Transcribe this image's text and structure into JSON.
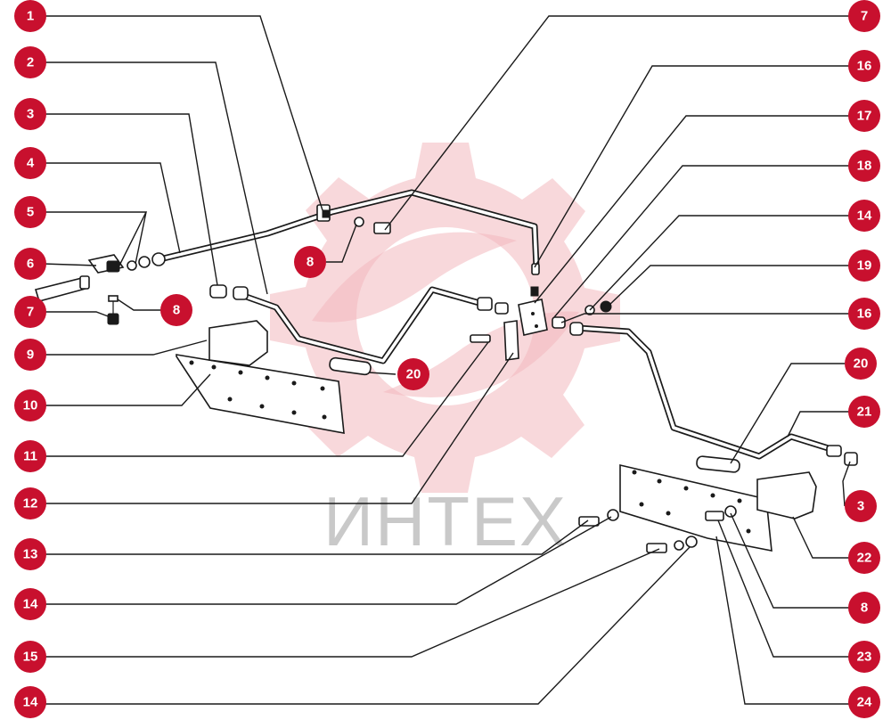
{
  "watermark": {
    "text": "ИНТЕХ"
  },
  "colors": {
    "badge": "#c8102e",
    "line": "#1a1a1a",
    "watermark_gear": "#f2b8bd",
    "watermark_text": "#c9c9c9"
  },
  "callouts": [
    {
      "id": "c1",
      "label": "1"
    },
    {
      "id": "c2",
      "label": "2"
    },
    {
      "id": "c3",
      "label": "3"
    },
    {
      "id": "c4",
      "label": "4"
    },
    {
      "id": "c5",
      "label": "5"
    },
    {
      "id": "c6",
      "label": "6"
    },
    {
      "id": "c7a",
      "label": "7"
    },
    {
      "id": "c8a",
      "label": "8"
    },
    {
      "id": "c8b",
      "label": "8"
    },
    {
      "id": "c9",
      "label": "9"
    },
    {
      "id": "c10",
      "label": "10"
    },
    {
      "id": "c11",
      "label": "11"
    },
    {
      "id": "c12",
      "label": "12"
    },
    {
      "id": "c13",
      "label": "13"
    },
    {
      "id": "c14a",
      "label": "14"
    },
    {
      "id": "c15",
      "label": "15"
    },
    {
      "id": "c14b",
      "label": "14"
    },
    {
      "id": "c7b",
      "label": "7"
    },
    {
      "id": "c16a",
      "label": "16"
    },
    {
      "id": "c17",
      "label": "17"
    },
    {
      "id": "c18",
      "label": "18"
    },
    {
      "id": "c14c",
      "label": "14"
    },
    {
      "id": "c19",
      "label": "19"
    },
    {
      "id": "c16b",
      "label": "16"
    },
    {
      "id": "c20a",
      "label": "20"
    },
    {
      "id": "c20b",
      "label": "20"
    },
    {
      "id": "c21",
      "label": "21"
    },
    {
      "id": "c3b",
      "label": "3"
    },
    {
      "id": "c22",
      "label": "22"
    },
    {
      "id": "c8c",
      "label": "8"
    },
    {
      "id": "c23",
      "label": "23"
    },
    {
      "id": "c24",
      "label": "24"
    }
  ]
}
